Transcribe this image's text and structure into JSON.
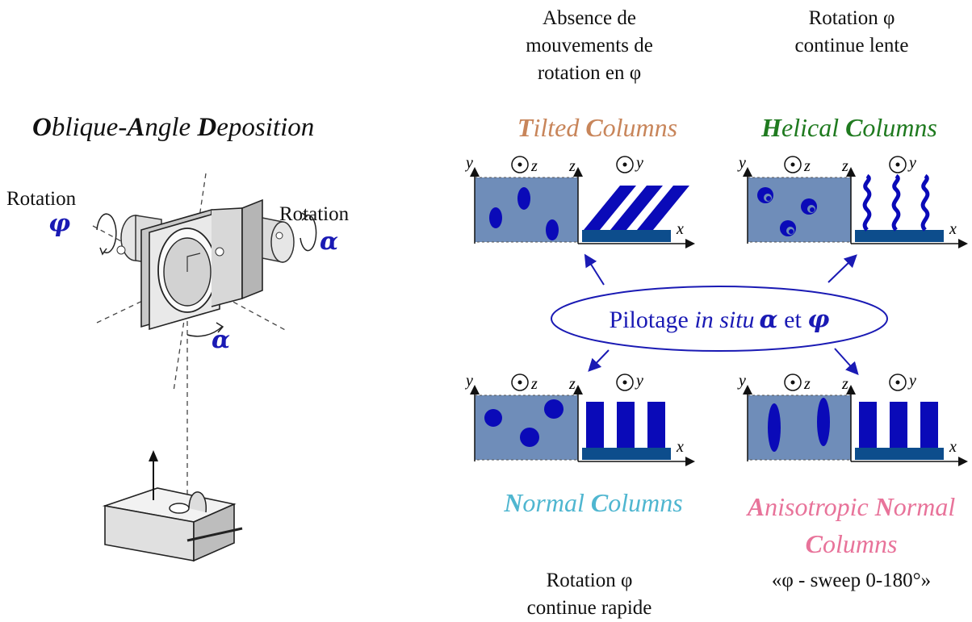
{
  "title": {
    "parts": [
      "O",
      "blique-",
      "A",
      "ngle ",
      "D",
      "eposition"
    ]
  },
  "rotations": {
    "left_label": "Rotation",
    "left_symbol": "φ",
    "right_label": "Rotation",
    "right_symbol": "α",
    "alpha_symbol": "α"
  },
  "top_captions": {
    "left_lines": [
      "Absence de",
      "mouvements de",
      "rotation en φ"
    ],
    "right_lines": [
      "Rotation φ",
      "continue lente"
    ]
  },
  "bottom_captions": {
    "left_lines": [
      "Rotation φ",
      "continue rapide"
    ],
    "right_text": "«φ - sweep 0-180°»"
  },
  "center": {
    "prefix": "Pilotage ",
    "italic": "in situ",
    "a": "α",
    "mid": " et ",
    "phi": "φ"
  },
  "axes": {
    "y": "y",
    "z": "z",
    "x": "x"
  },
  "panels": [
    {
      "initials": [
        "T",
        "C"
      ],
      "rest": [
        "ilted ",
        "olumns"
      ],
      "color": "#c8855a"
    },
    {
      "initials": [
        "H",
        "C"
      ],
      "rest": [
        "elical ",
        "olumns"
      ],
      "color": "#1f7a1f"
    },
    {
      "initials": [
        "N",
        "C"
      ],
      "rest": [
        "ormal ",
        "olumns"
      ],
      "color": "#4fb6d0"
    },
    {
      "initials": [
        "A",
        "N",
        "C"
      ],
      "rest": [
        "nisotropic ",
        "ormal",
        "olumns"
      ],
      "color": "#e8739a"
    }
  ],
  "colors": {
    "accent": "#1a1ab4",
    "panel_fill": "#6f8db9",
    "column": "#0a0ab8",
    "substrate": "#0d4d8c"
  }
}
